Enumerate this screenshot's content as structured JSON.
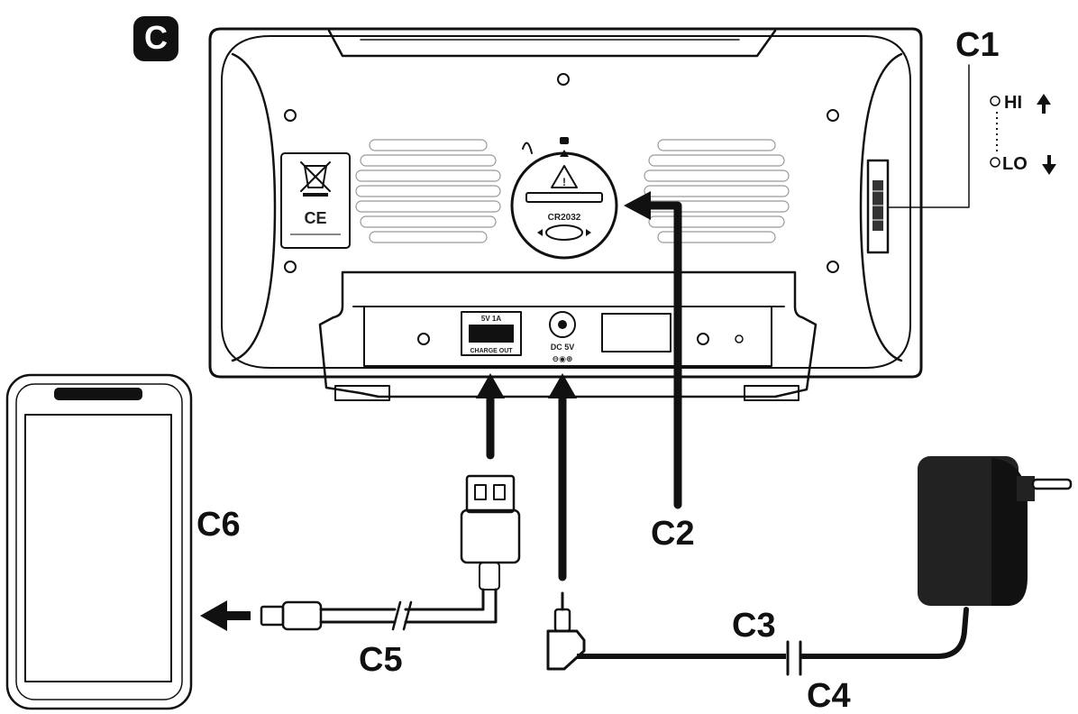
{
  "badge": {
    "letter": "C"
  },
  "labels": {
    "c1": "C1",
    "c2": "C2",
    "c3": "C3",
    "c4": "C4",
    "c5": "C5",
    "c6": "C6"
  },
  "brightness": {
    "high": "HI",
    "low": "LO"
  },
  "device": {
    "port_top_text": "5V 1A",
    "usb_port_text": "CHARGE OUT",
    "dc_text": "DC 5V",
    "battery_type": "CR2032"
  },
  "icons": [
    "usb-plug-icon",
    "dc-jack-icon",
    "power-adapter-icon",
    "smartphone-icon",
    "battery-cover-icon",
    "weee-bin-icon",
    "ce-mark-icon",
    "arrow-up-icon",
    "arrow-down-icon",
    "arrow-left-icon"
  ]
}
